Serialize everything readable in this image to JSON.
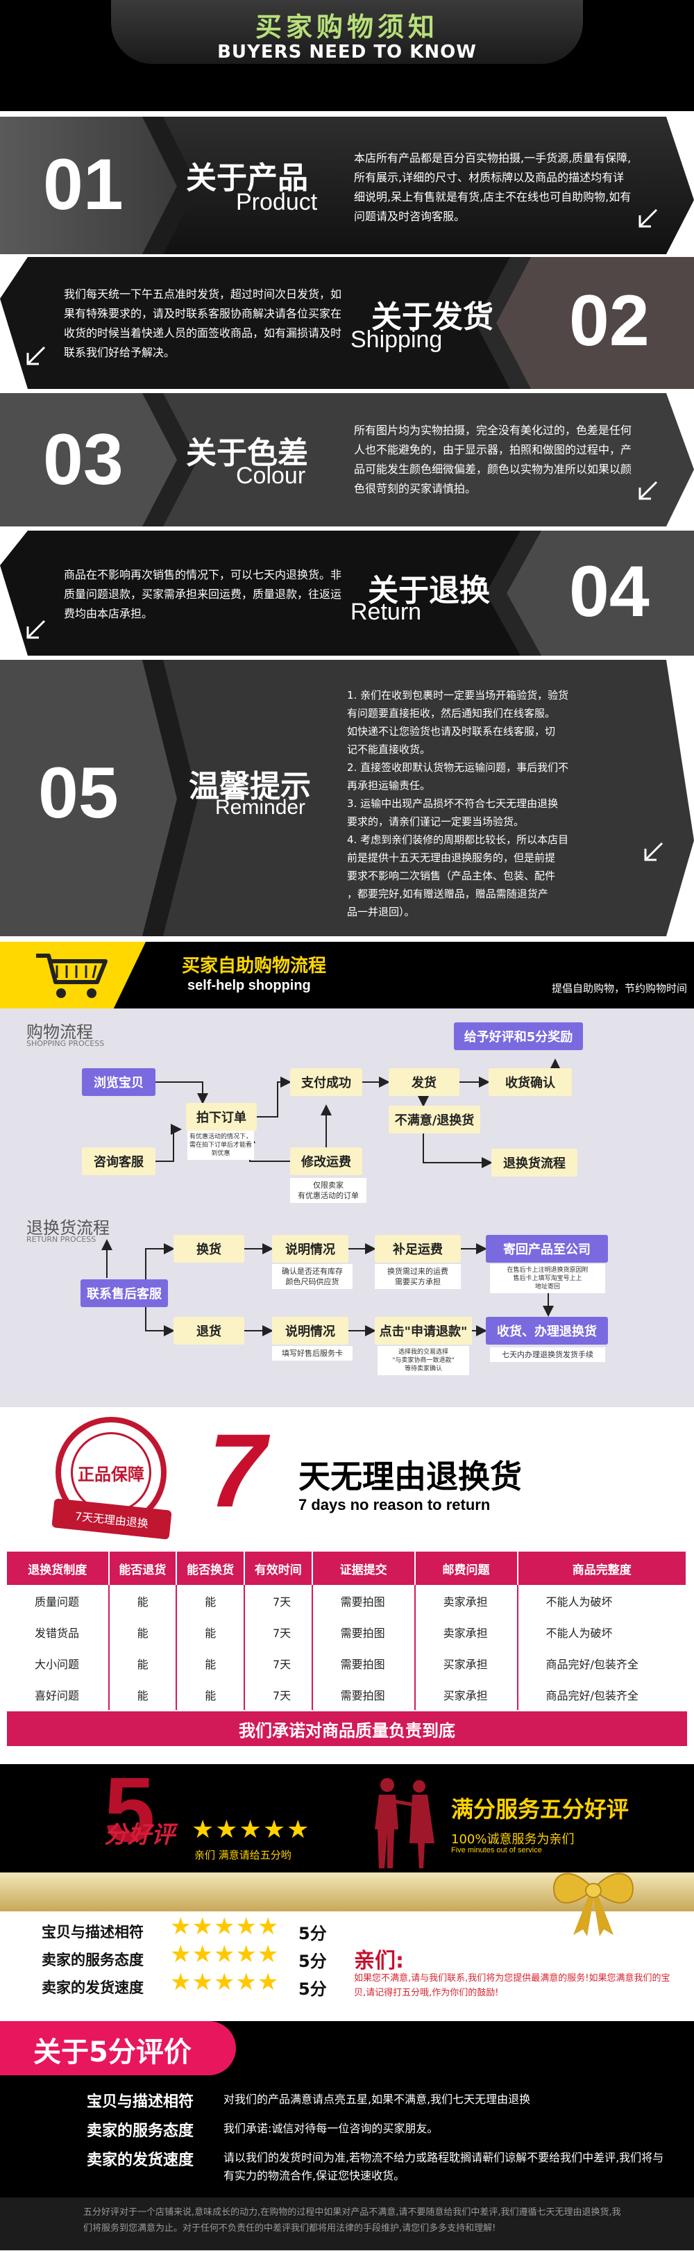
{
  "header": {
    "title_cn": "买家购物须知",
    "title_en": "BUYERS NEED TO KNOW"
  },
  "sections": [
    {
      "num": "01",
      "title_cn": "关于产品",
      "title_en": "Product",
      "desc": "本店所有产品都是百分百实物拍摄,一手货源,质量有保障,所有展示,详细的尺寸、材质标牌以及商品的描述均有详细说明,呆上有售就是有货,店主不在线也可自助购物,如有问题请及时咨询客服。"
    },
    {
      "num": "02",
      "title_cn": "关于发货",
      "title_en": "Shipping",
      "desc": "我们每天统一下午五点准时发货，超过时间次日发货，如果有特殊要求的，请及时联系客服协商解决请各位买家在收货的时候当着快递人员的面签收商品，如有漏损请及时联系我们好给予解决。"
    },
    {
      "num": "03",
      "title_cn": "关于色差",
      "title_en": "Colour",
      "desc": "所有图片均为实物拍摄，完全没有美化过的，色差是任何人也不能避免的，由于显示器，拍照和做图的过程中，产品可能发生颜色细微偏差，颜色以实物为准所以如果以颜色很苛刻的买家请慎拍。"
    },
    {
      "num": "04",
      "title_cn": "关于退换",
      "title_en": "Return",
      "desc": "商品在不影响再次销售的情况下，可以七天内退换货。非质量问题退款，买家需承担来回运费，质量退款，往返运费均由本店承担。"
    },
    {
      "num": "05",
      "title_cn": "温馨提示",
      "title_en": "Reminder",
      "items": [
        "1. 亲们在收到包裹时一定要当场开箱验货，验货",
        "    有问题要直接拒收，然后通知我们在线客服。",
        "    如快递不让您验货也请及时联系在线客服，切",
        "    记不能直接收货。",
        "2. 直接签收即默认货物无运输问题，事后我们不",
        "    再承担运输责任。",
        "3. 运输中出现产品损坏不符合七天无理由退换",
        "    要求的，请亲们谨记一定要当场验货。",
        "4. 考虑到亲们装修的周期都比较长，所以本店目",
        "    前是提供十五天无理由退换服务的，但是前提",
        "    要求不影响二次销售（产品主体、包装、配件",
        "    ，都要完好,如有赠送赠品，赠品需随退货产",
        "    品一并退回）。"
      ]
    }
  ],
  "selfhelp": {
    "title_cn": "买家自助购物流程",
    "title_en": "self-help shopping",
    "right_text": "提倡自助购物，节约购物时间",
    "shopping_title": "购物流程",
    "shopping_sub": "SHOPPING PROCESS",
    "return_title": "退换货流程",
    "return_sub": "RETURN PROCESS",
    "boxes": {
      "browse": "浏览宝贝",
      "order": "拍下订单",
      "pay": "支付成功",
      "ship": "发货",
      "confirm": "收货确认",
      "review": "给予好评和5分奖励",
      "unsatisfied": "不满意/退换货",
      "consult": "咨询客服",
      "modify": "修改运费",
      "return_flow": "退换货流程",
      "contact": "联系售后客服",
      "exchange": "换货",
      "explain1": "说明情况",
      "supplement": "补足运费",
      "sendback": "寄回产品至公司",
      "refund": "退货",
      "explain2": "说明情况",
      "apply": "点击\"申请退款\"",
      "receive": "收货、办理退换货"
    },
    "notes": {
      "order": "有优惠活动的情况下，需在拍下订单后才能看到优惠",
      "modify": "仅限卖家\n有优惠活动的订单",
      "explain1": "确认是否还有库存\n颜色尺码供应货",
      "supplement": "换货需过来的运费\n需要买方承担",
      "sendback": "在售后卡上注明退换货原因附\n售后卡上填写淘宝号上上\n地址寄回",
      "explain2": "填写好售后服务卡",
      "apply": "选择我的交易选择\n\"与卖家协商一致退款\"\n等待卖家确认",
      "receive": "七天内办理退换货发货手续"
    }
  },
  "seven": {
    "seal": "正品保障",
    "ribbon": "7天无理由退换",
    "number": "7",
    "title_cn": "天无理由退换货",
    "title_en": "7 days no reason to return",
    "headers": [
      "退换货制度",
      "能否退货",
      "能否换货",
      "有效时间",
      "证据提交",
      "邮费问题",
      "商品完整度"
    ],
    "rows": [
      [
        "质量问题",
        "能",
        "能",
        "7天",
        "需要拍图",
        "卖家承担",
        "不能人为破坏"
      ],
      [
        "发错货品",
        "能",
        "能",
        "7天",
        "需要拍图",
        "卖家承担",
        "不能人为破坏"
      ],
      [
        "大小问题",
        "能",
        "能",
        "7天",
        "需要拍图",
        "买家承担",
        "商品完好/包装齐全"
      ],
      [
        "喜好问题",
        "能",
        "能",
        "7天",
        "需要拍图",
        "买家承担",
        "商品完好/包装齐全"
      ]
    ],
    "footer": "我们承诺对商品质量负责到底"
  },
  "fivestar": {
    "big_number": "5",
    "haoping": "分好评",
    "stars": "★★★★★",
    "please": "亲们 满意请给五分哟",
    "title": "满分服务五分好评",
    "subtitle": "100%诚意服务为亲们",
    "subtitle_en": "Five minutes out of service",
    "ratings": [
      {
        "label": "宝贝与描述相符",
        "stars": "★★★★★",
        "score": "5分"
      },
      {
        "label": "卖家的服务态度",
        "stars": "★★★★★",
        "score": "5分"
      },
      {
        "label": "卖家的发货速度",
        "stars": "★★★★★",
        "score": "5分"
      }
    ],
    "dear": "亲们:",
    "dear_text": "如果您不满意,请与我们联系,我们将为您提供最满意的服务!如果您满意我们的宝贝,请记得打五分哦,作为你们的鼓励!",
    "about_title": "关于5分评价",
    "about_items": [
      {
        "k": "宝贝与描述相符",
        "v": "对我们的产品满意请点亮五星,如果不满意,我们七天无理由退换"
      },
      {
        "k": "卖家的服务态度",
        "v": "我们承诺:诚信对待每一位咨询的买家朋友。"
      },
      {
        "k": "卖家的发货速度",
        "v": "请以我们的发货时间为准,若物流不给力或路程耽搁请蕲们谅解不要给我们中差评,我们将与有实力的物流合作,保证您快速收货。"
      }
    ],
    "footer": "五分好评对于一个店铺来说,意味成长的动力,在购物的过程中如果对产品不满意,请不要随意给我们中差评,我们遵循七天无理由退换货,我们将服务到您满意为止。对于任何不负责任的中差评我们都将用法律的手段维护,请您们多多支持和理解!"
  }
}
